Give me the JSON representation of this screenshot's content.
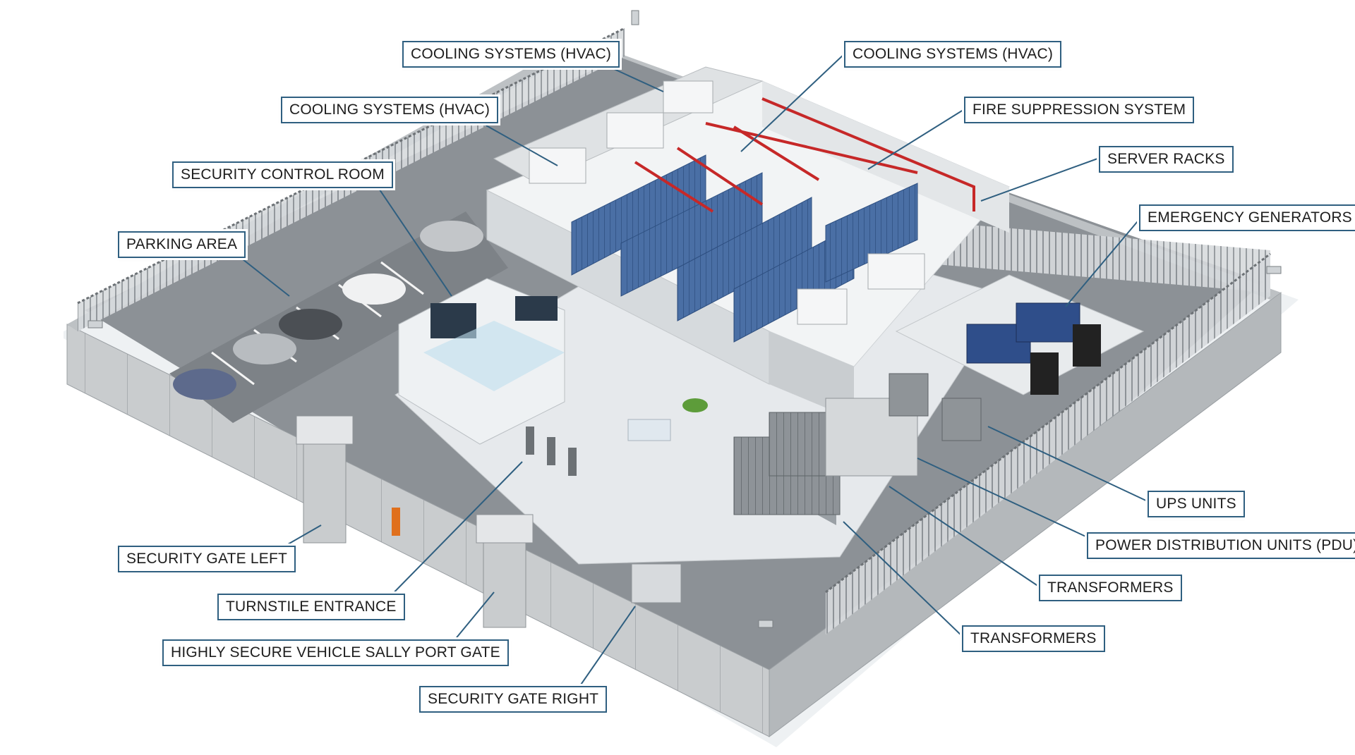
{
  "colors": {
    "leader": "#2f5f80",
    "rack_blue": "#4a6fa5",
    "fire_pipe": "#c62828",
    "concrete": "#c9ccce",
    "asphalt": "#8c9196",
    "floor": "#e6e9ec"
  },
  "labels": {
    "cooling_top_left": "COOLING SYSTEMS (HVAC)",
    "cooling_mid_left": "COOLING SYSTEMS (HVAC)",
    "security_control_room": "SECURITY CONTROL ROOM",
    "parking_area": "PARKING AREA",
    "security_gate_left": "SECURITY GATE LEFT",
    "turnstile_entrance": "TURNSTILE ENTRANCE",
    "vehicle_sally_port": "HIGHLY SECURE VEHICLE SALLY PORT GATE",
    "security_gate_right": "SECURITY GATE RIGHT",
    "cooling_top_right": "COOLING SYSTEMS (HVAC)",
    "fire_suppression": "FIRE SUPPRESSION SYSTEM",
    "server_racks": "SERVER RACKS",
    "emergency_generators": "EMERGENCY GENERATORS",
    "ups_units": "UPS UNITS",
    "pdu": "POWER DISTRIBUTION UNITS (PDU)",
    "transformers_upper": "TRANSFORMERS",
    "transformers_lower": "TRANSFORMERS"
  },
  "icons": [
    "hvac-unit-icon",
    "server-rack-icon",
    "generator-icon",
    "transformer-icon",
    "guard-tower-icon",
    "car-icon",
    "cctv-camera-icon",
    "turnstile-icon",
    "monitor-wall-icon"
  ]
}
